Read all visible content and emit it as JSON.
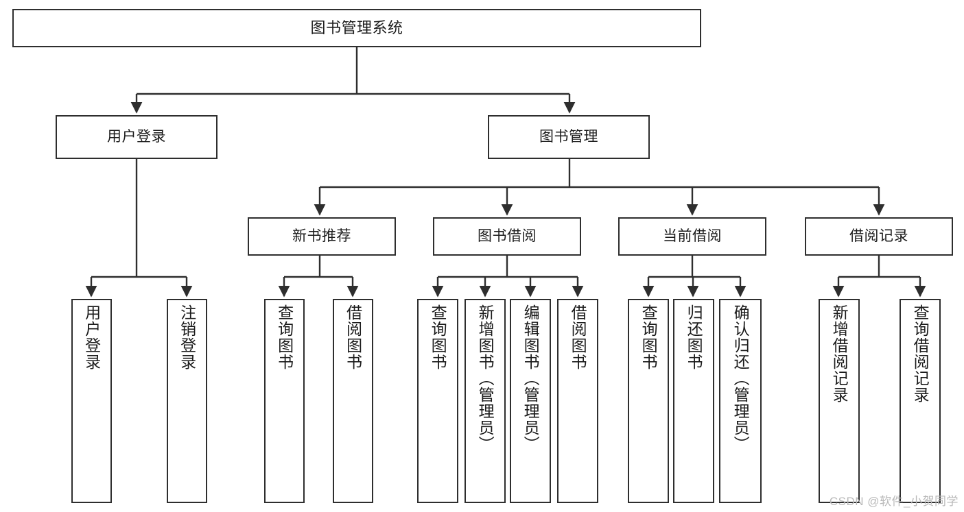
{
  "diagram": {
    "title": "图书管理系统",
    "watermark": "CSDN @软件_小贺同学",
    "stroke_color": "#2e2e2e",
    "fill_color": "#ffffff",
    "text_color": "#1b1b1b",
    "watermark_color": "#b9b9b9",
    "type": "tree-hierarchy-chart"
  },
  "nodes": {
    "root": {
      "label": "图书管理系统",
      "level": 1
    },
    "level2": [
      {
        "id": "user-login",
        "label": "用户登录",
        "level": 2
      },
      {
        "id": "book-manage",
        "label": "图书管理",
        "level": 2
      }
    ],
    "level3": [
      {
        "id": "new-book-recommend",
        "label": "新书推荐",
        "level": 3
      },
      {
        "id": "book-borrow",
        "label": "图书借阅",
        "level": 3
      },
      {
        "id": "current-borrow",
        "label": "当前借阅",
        "level": 3
      },
      {
        "id": "borrow-record",
        "label": "借阅记录",
        "level": 3
      }
    ],
    "leaves": [
      {
        "id": "leaf-user-login",
        "label": "用户登录",
        "parent": "user-login"
      },
      {
        "id": "leaf-user-logout",
        "label": "注销登录",
        "parent": "user-login"
      },
      {
        "id": "leaf-query-book-1",
        "label": "查询图书",
        "parent": "new-book-recommend"
      },
      {
        "id": "leaf-borrow-book-1",
        "label": "借阅图书",
        "parent": "new-book-recommend"
      },
      {
        "id": "leaf-query-book-2",
        "label": "查询图书",
        "parent": "book-borrow"
      },
      {
        "id": "leaf-add-book",
        "label": "新增图书（管理员）",
        "parent": "book-borrow"
      },
      {
        "id": "leaf-edit-book",
        "label": "编辑图书（管理员）",
        "parent": "book-borrow"
      },
      {
        "id": "leaf-borrow-book-2",
        "label": "借阅图书",
        "parent": "book-borrow"
      },
      {
        "id": "leaf-query-book-3",
        "label": "查询图书",
        "parent": "current-borrow"
      },
      {
        "id": "leaf-return-book",
        "label": "归还图书",
        "parent": "current-borrow"
      },
      {
        "id": "leaf-confirm-return",
        "label": "确认归还（管理员）",
        "parent": "current-borrow"
      },
      {
        "id": "leaf-add-record",
        "label": "新增借阅记录",
        "parent": "borrow-record"
      },
      {
        "id": "leaf-query-record",
        "label": "查询借阅记录",
        "parent": "borrow-record"
      }
    ]
  }
}
